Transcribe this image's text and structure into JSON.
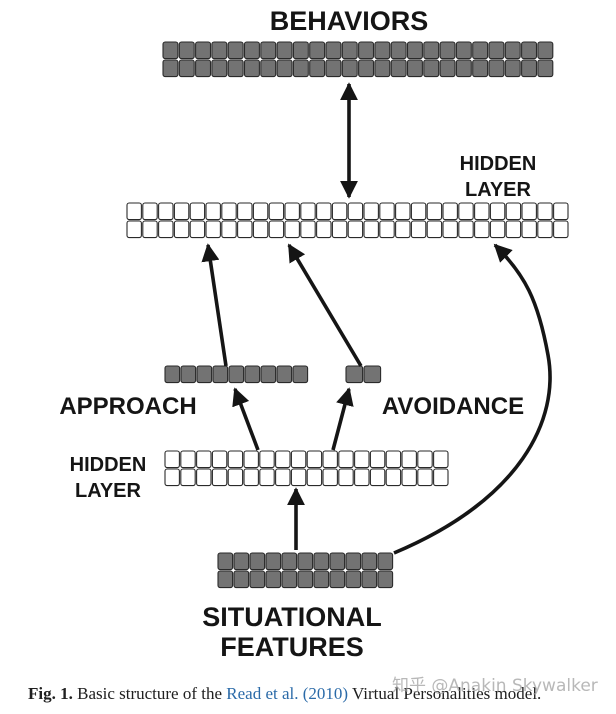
{
  "colors": {
    "active_unit": "#737373",
    "inactive_unit": "#ffffff",
    "outline": "#2a2a2a",
    "citation": "#2a6aa8"
  },
  "labels": {
    "behaviors": "BEHAVIORS",
    "hidden_layer_top_line1": "HIDDEN",
    "hidden_layer_top_line2": "LAYER",
    "approach": "APPROACH",
    "avoidance": "AVOIDANCE",
    "hidden_layer_bottom_line1": "HIDDEN",
    "hidden_layer_bottom_line2": "LAYER",
    "situational_line1": "SITUATIONAL",
    "situational_line2": "FEATURES"
  },
  "caption": {
    "fig_label": "Fig. 1.",
    "text_before": " Basic structure of the ",
    "citation": "Read et al. (2010)",
    "text_after": " Virtual Personalities model."
  },
  "watermark": "知乎 @Anakin Skywalker"
}
